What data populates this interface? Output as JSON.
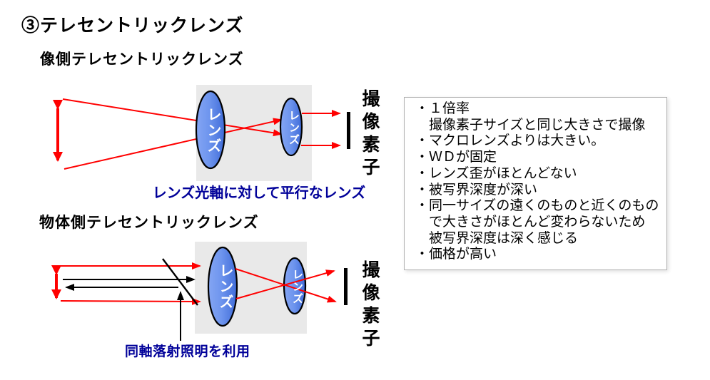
{
  "page": {
    "title": "③テレセントリックレンズ"
  },
  "image_side": {
    "heading": "像側テレセントリックレンズ",
    "lens_front_label": "レンズ",
    "lens_rear_label": "レンズ",
    "sensor_label": "撮像素子",
    "caption": "レンズ光軸に対して平行なレンズ"
  },
  "object_side": {
    "heading": "物体側テレセントリックレンズ",
    "lens_front_label": "レンズ",
    "lens_rear_label": "レンズ",
    "sensor_label": "撮像素子",
    "caption": "同軸落射照明を利用"
  },
  "notes": {
    "lines": [
      "・１倍率",
      "　撮像素子サイズと同じ大きさで撮像",
      "・マクロレンズよりは大きい。",
      "・ＷＤが固定",
      "・レンズ歪がほとんどない",
      "・被写界深度が深い",
      "・同一サイズの遠くのものと近くのもの",
      "　で大きさがほとんど変わらないため",
      "　被写界深度は深く感じる",
      "・価格が高い"
    ]
  },
  "colors": {
    "ray_red": "#ff0000",
    "caption_blue": "#000099",
    "lens_blue_light": "#84a5f3",
    "lens_blue_dark": "#3f6bd8",
    "panel_gray": "#e9e9e9",
    "box_border_gray": "#b0b0b0",
    "sensor_black": "#000000"
  }
}
